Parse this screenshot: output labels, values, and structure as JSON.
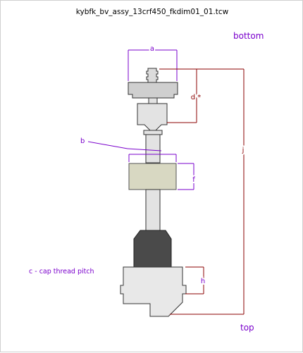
{
  "title": "kybfk_bv_assy_13crf450_fkdim01_01.tcw",
  "orientation": {
    "bottom_label": "bottom",
    "top_label": "top"
  },
  "dimensions": {
    "a": "a",
    "b": "b",
    "d": "d *",
    "f": "f",
    "h": "h",
    "j": "j"
  },
  "notes": {
    "c": "c - cap thread pitch"
  },
  "colors": {
    "purple_dim": "#7a00cc",
    "red_dim": "#8b0000",
    "part_light": "#e3e3e3",
    "part_mid": "#cfcfcf",
    "spacer": "#d8d8c2",
    "dark_boot": "#4a4a4a"
  }
}
